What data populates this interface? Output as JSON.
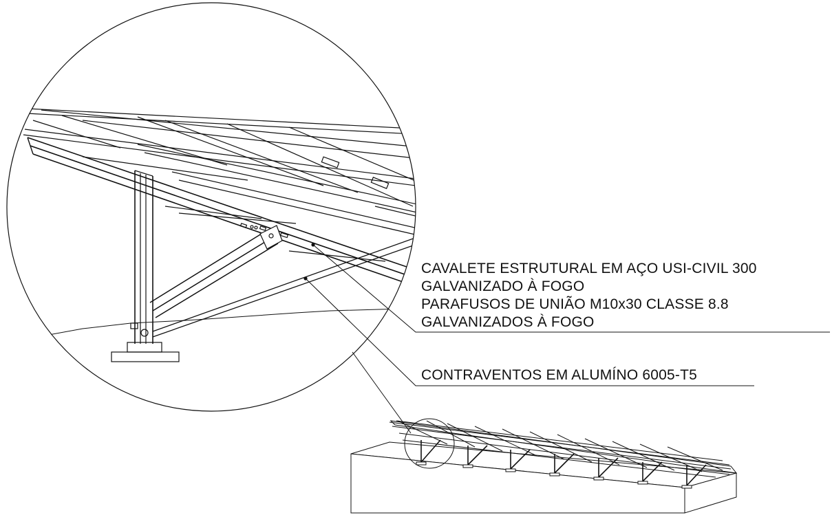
{
  "labels": {
    "structure_line1": "CAVALETE ESTRUTURAL EM AÇO USI-CIVIL 300",
    "structure_line2": "GALVANIZADO À FOGO",
    "bolts_line1": "PARAFUSOS DE UNIÃO M10x30 CLASSE 8.8",
    "bolts_line2": "GALVANIZADOS À FOGO",
    "bracing": "CONTRAVENTOS EM ALUMÍNO 6005-T5"
  }
}
